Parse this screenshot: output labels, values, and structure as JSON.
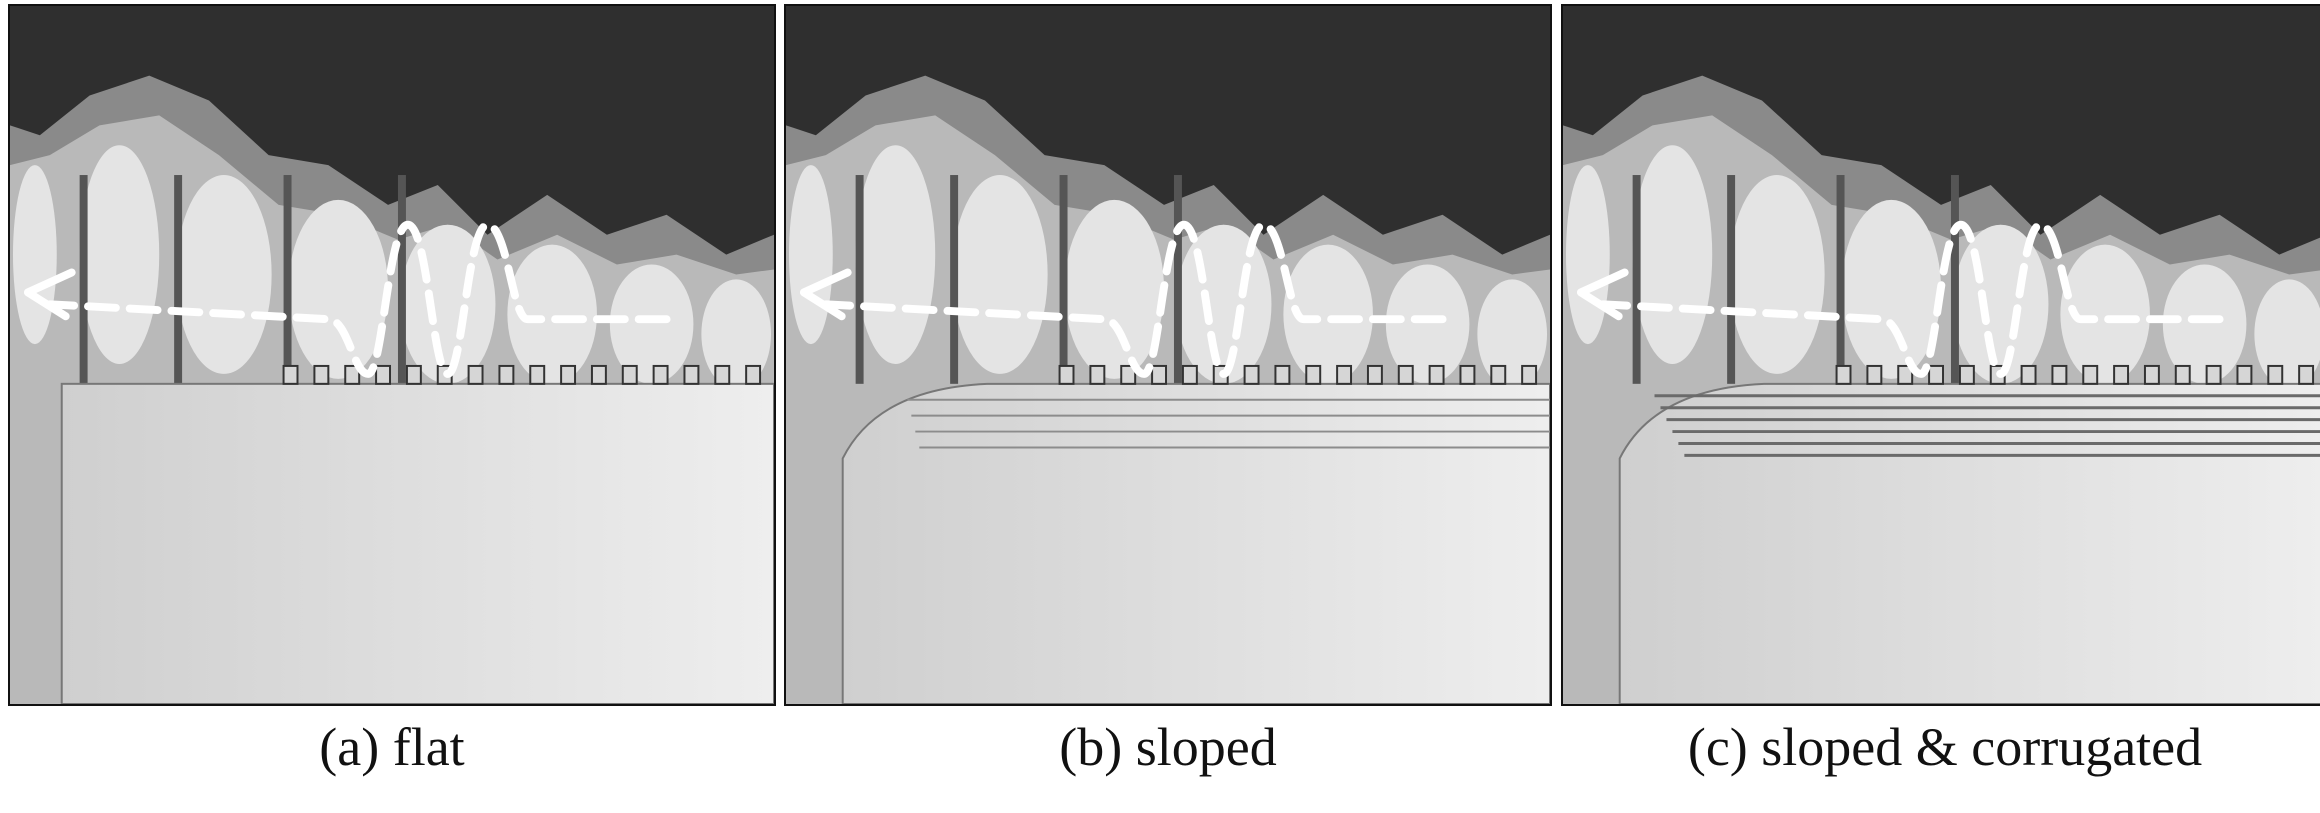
{
  "panels": [
    {
      "id": "a",
      "caption": "(a) flat",
      "edge": "flat"
    },
    {
      "id": "b",
      "caption": "(b) sloped",
      "edge": "sloped"
    },
    {
      "id": "c",
      "caption": "(c) sloped & corrugated",
      "edge": "sloped-corrugated"
    }
  ],
  "colors": {
    "background": "#2f2f2f",
    "field_light": "#e4e4e4",
    "field_mid": "#b9b9b9",
    "field_dark": "#8a8a8a",
    "metal_left": "#cfcfcf",
    "metal_right": "#eeeeee",
    "arrow": "#ffffff"
  },
  "icons": {
    "wave_path": "dashed-arrow-icon"
  }
}
